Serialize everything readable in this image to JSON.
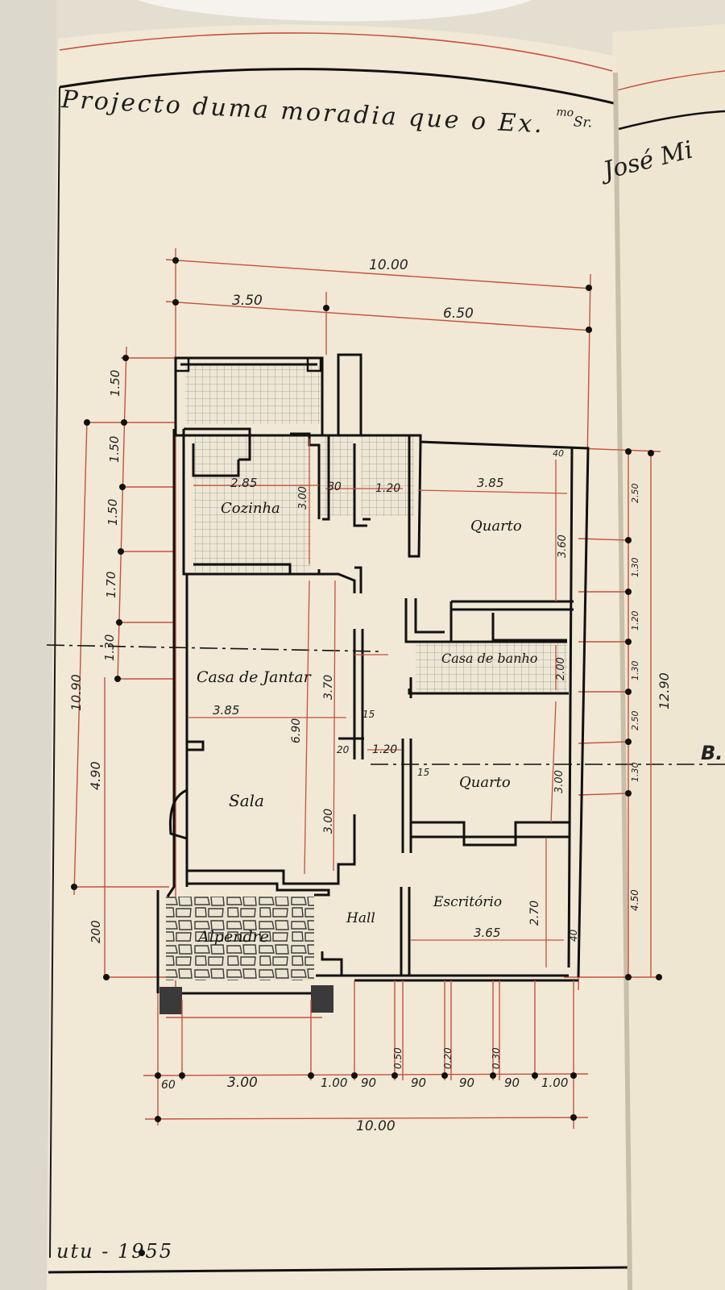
{
  "title_line": "Projecto duma moradia que o Ex.",
  "title_sup": "mo",
  "title_sr": "Sr.",
  "title_name": "José Mi",
  "date_text": "utu - 1955",
  "side_mark": "B.",
  "rooms": {
    "cozinha": "Cozinha",
    "quarto_top": "Quarto",
    "casa_banho": "Casa de banho",
    "casa_jantar": "Casa de Jantar",
    "sala": "Sala",
    "quarto_mid": "Quarto",
    "hall": "Hall",
    "escritorio": "Escritório",
    "alpendre": "Alpendre"
  },
  "dims_top": {
    "total": "10.00",
    "left": "3.50",
    "right": "6.50"
  },
  "dims_left": [
    "1.50",
    "1.50",
    "1.50",
    "1.70",
    "1.30",
    "10.90",
    "4.90",
    "200"
  ],
  "dims_right": [
    "12.90",
    "2.50",
    "1.30",
    "1.20",
    "1.30",
    "2.50",
    "1.30",
    "4.50"
  ],
  "dims_interior": {
    "cozinha_w": "2.85",
    "cozinha_h": "3.00",
    "pantry_w": "80",
    "bath_w": "1.20",
    "quarto_w": "3.85",
    "quarto_h": "3.60",
    "corner": "40",
    "banho_h": "2.00",
    "jantar_h": "3.70",
    "jantar_w": "3.85",
    "sala_h": "6.90",
    "sala_h2": "3.00",
    "hall_w": "1.20",
    "w15a": "15",
    "w20": "20",
    "w15b": "15",
    "quarto2_h": "3.00",
    "escr_h": "2.70",
    "escr_w": "3.65",
    "corner2": "40"
  },
  "dims_bottom": {
    "labels": [
      "60",
      "3.00",
      "1.00",
      "90",
      "90",
      "90",
      "90",
      "1.00"
    ],
    "vertical": [
      "0.50",
      "0.20",
      "0.30"
    ],
    "total": "10.00"
  }
}
